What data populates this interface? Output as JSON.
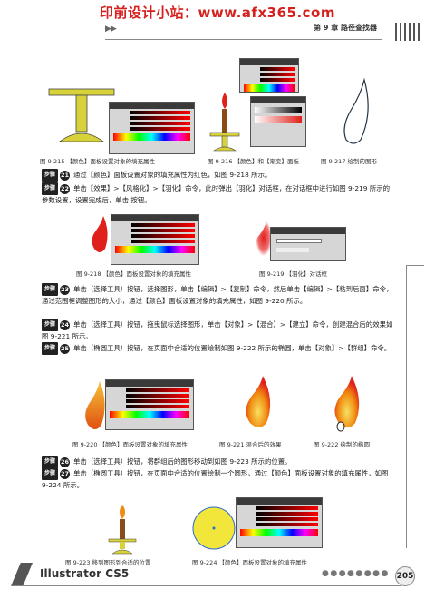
{
  "header": {
    "watermark": "印前设计小站：www.afx365.com",
    "chapter": "第 9 章   路径查找器"
  },
  "captions": {
    "fig215": "图 9-215 【颜色】面板设置对象的填充属性",
    "fig216": "图 9-216 【颜色】和【渐变】面板",
    "fig217": "图 9-217 绘制的图形",
    "fig218": "图 9-218 【颜色】面板设置对象的填充属性",
    "fig219": "图 9-219 【羽化】对话框",
    "fig220": "图 9-220 【颜色】面板设置对象的填充属性",
    "fig221": "图 9-221 混合后的效果",
    "fig222": "图 9-222 绘制的椭圆",
    "fig223": "图 9-223 移到图形到合适的位置",
    "fig224": "图 9-224 【颜色】面板设置对象的填充属性"
  },
  "steps": [
    {
      "label": "步骤",
      "num": "21",
      "text": "通过【颜色】面板设置对象的填充属性为红色，如图 9-218 所示。"
    },
    {
      "label": "步骤",
      "num": "22",
      "text": "单击【效果】>【风格化】>【羽化】命令，此时弹出【羽化】对话框，在对话框中进行如图 9-219 所示的参数设置，设置完成后，单击          按钮。"
    },
    {
      "label": "步骤",
      "num": "23",
      "text": "单击（选择工具）按钮，选择图形，单击【编辑】>【复制】命令，然后单击【编辑】>【粘到后面】命令，通过范围框调整图形的大小，通过【颜色】面板设置对象的填充属性，如图 9-220 所示。"
    },
    {
      "label": "步骤",
      "num": "24",
      "text": "单击（选择工具）按钮，拖曳鼠标选择图形，单击【对象】>【混合】>【建立】命令，创建混合后的效果如图 9-221 所示。"
    },
    {
      "label": "步骤",
      "num": "25",
      "text": "单击（椭圆工具）按钮，在页面中合适的位置绘制如图 9-222 所示的椭圆，单击【对象】>【群组】命令。"
    },
    {
      "label": "步骤",
      "num": "26",
      "text": "单击（选择工具）按钮，将群组后的图形移动到如图 9-223 所示的位置。"
    },
    {
      "label": "步骤",
      "num": "27",
      "text": "单击（椭圆工具）按钮，在页面中合适的位置绘制一个圆形，通过【颜色】面板设置对象的填充属性，如图 9-224 所示。"
    }
  ],
  "footer": {
    "book": "Illustrator CS5",
    "page": "205"
  },
  "colors": {
    "watermark": "#d6201e",
    "candle_yellow": "#d8d23a",
    "flame_red": "#e0201a",
    "flame_orange": "#f08a10"
  }
}
